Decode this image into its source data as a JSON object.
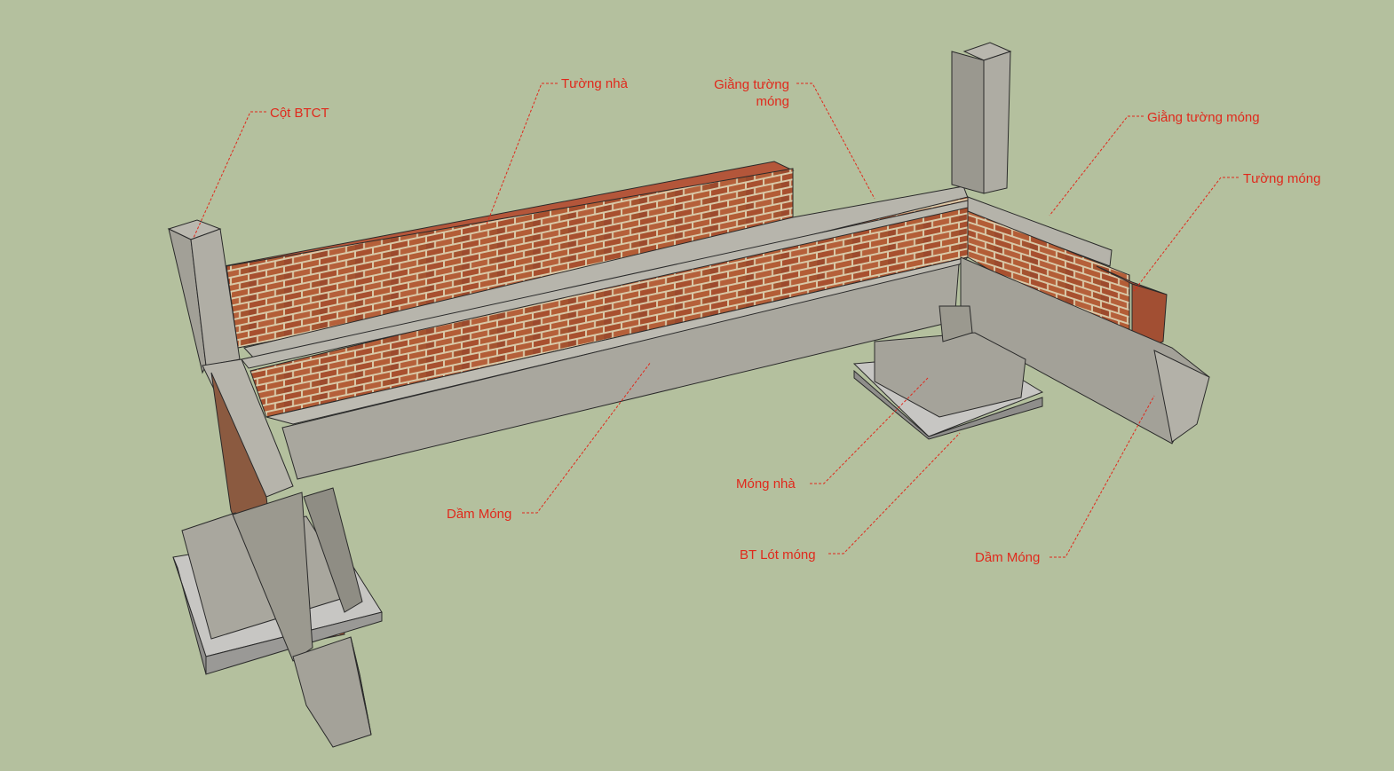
{
  "colors": {
    "background": "#b4c09e",
    "concrete": "#a8a69d",
    "brick": "#a8502f",
    "mortar": "#d9c9a8",
    "label": "#e0291c"
  },
  "labels": {
    "cot_btct": "Cột BTCT",
    "tuong_nha": "Tường nhà",
    "giang_tuong_mong_top_line1": "Giằng tường",
    "giang_tuong_mong_top_line2": "móng",
    "giang_tuong_mong_right": "Giằng tường móng",
    "tuong_mong": "Tường móng",
    "mong_nha": "Móng nhà",
    "dam_mong_left": "Dầm Móng",
    "bt_lot_mong": "BT Lót móng",
    "dam_mong_right": "Dầm Móng"
  }
}
